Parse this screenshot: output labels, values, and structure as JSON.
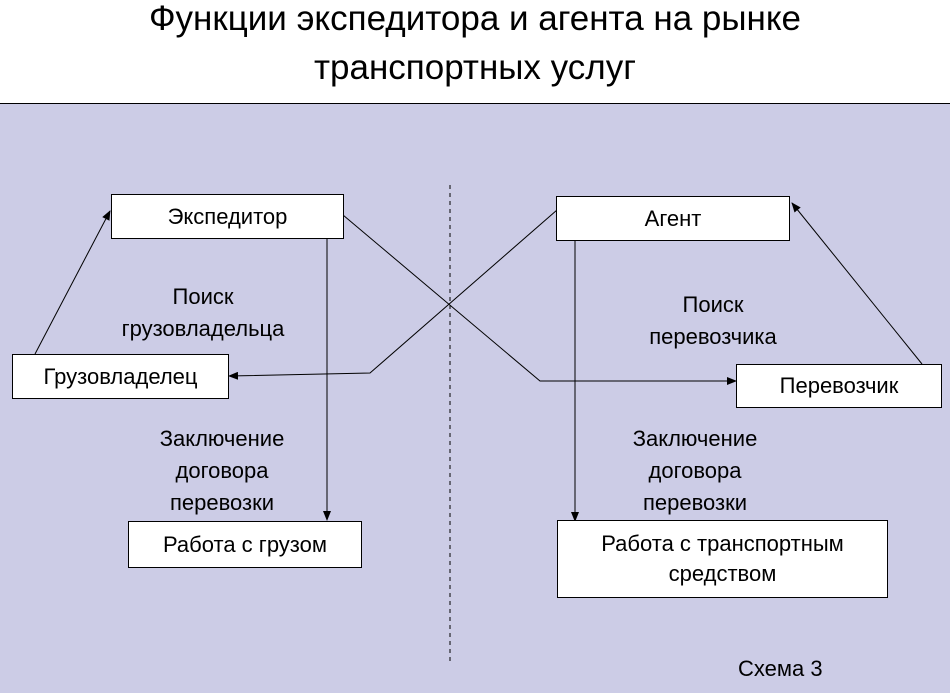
{
  "title": {
    "line1": "Функции экспедитора и агента на рынке",
    "line2": "транспортных услуг"
  },
  "left": {
    "expeditor": "Экспедитор",
    "cargo_owner": "Грузовладелец",
    "cargo_work": "Работа с грузом",
    "search_line1": "Поиск",
    "search_line2": "грузовладельца",
    "contract_line1": "Заключение",
    "contract_line2": "договора",
    "contract_line3": "перевозки"
  },
  "right": {
    "agent": "Агент",
    "carrier": "Перевозчик",
    "vehicle_work_line1": "Работа с транспортным",
    "vehicle_work_line2": "средством",
    "search_line1": "Поиск",
    "search_line2": "перевозчика",
    "contract_line1": "Заключение",
    "contract_line2": "договора",
    "contract_line3": "перевозки"
  },
  "footer": {
    "scheme": "Схема 3"
  }
}
